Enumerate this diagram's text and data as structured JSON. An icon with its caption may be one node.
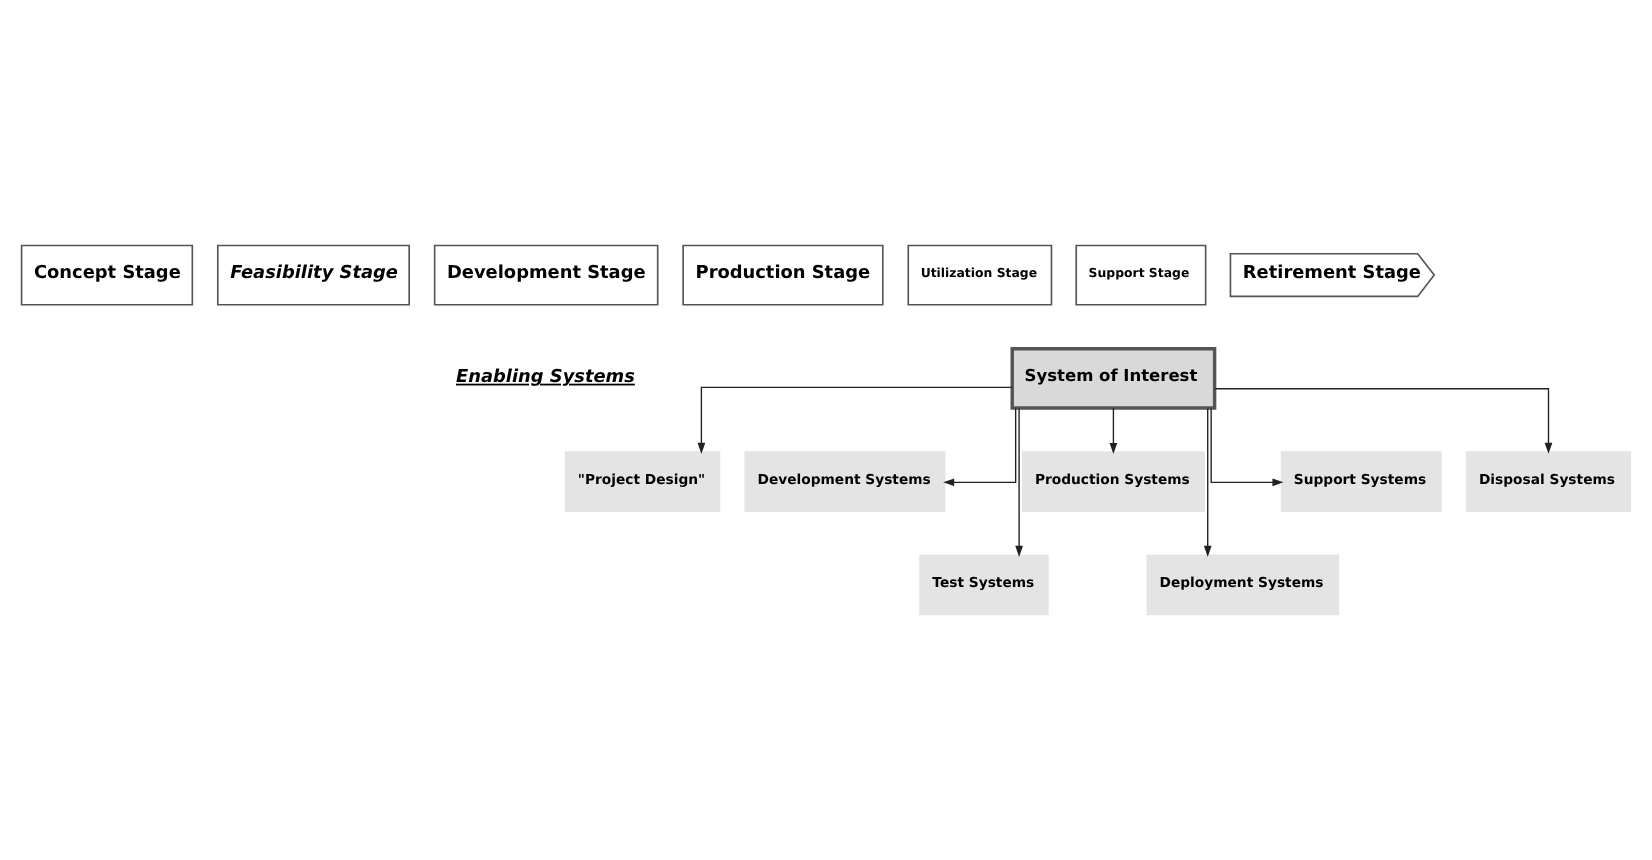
{
  "diagram": {
    "nodes": [
      {
        "text": [
          "Concept Stage"
        ]
      },
      {
        "text": [
          "Feasibility Stage"
        ]
      },
      {
        "text": [
          "Development Stage"
        ]
      },
      {
        "text": [
          "Production Stage"
        ]
      },
      {
        "text": [
          "Utilization Stage"
        ]
      },
      {
        "text": [
          "Support Stage"
        ]
      },
      {
        "text": [
          "Retirement Stage"
        ]
      },
      {
        "text": [
          "System of Interest"
        ]
      },
      {
        "text": [
          "\"Project Design\""
        ]
      },
      {
        "text": [
          "Development Systems"
        ]
      },
      {
        "text": [
          "Test Systems"
        ]
      },
      {
        "text": [
          "Production Systems"
        ]
      },
      {
        "text": [
          "Deployment Systems"
        ]
      },
      {
        "text": [
          "Support Systems"
        ]
      },
      {
        "text": [
          "Disposal Systems"
        ]
      }
    ],
    "edges": [
      {
        "from": 7,
        "to": 8,
        "arrow": "to"
      },
      {
        "from": 7,
        "to": 9,
        "arrow": "to"
      },
      {
        "from": 7,
        "to": 10,
        "arrow": "to"
      },
      {
        "from": 7,
        "to": 11,
        "arrow": "to"
      },
      {
        "from": 7,
        "to": 12,
        "arrow": "to"
      },
      {
        "from": 7,
        "to": 13,
        "arrow": "to"
      },
      {
        "from": 7,
        "to": 14,
        "arrow": "to"
      }
    ],
    "labels": [
      "Enabling Systems"
    ]
  }
}
